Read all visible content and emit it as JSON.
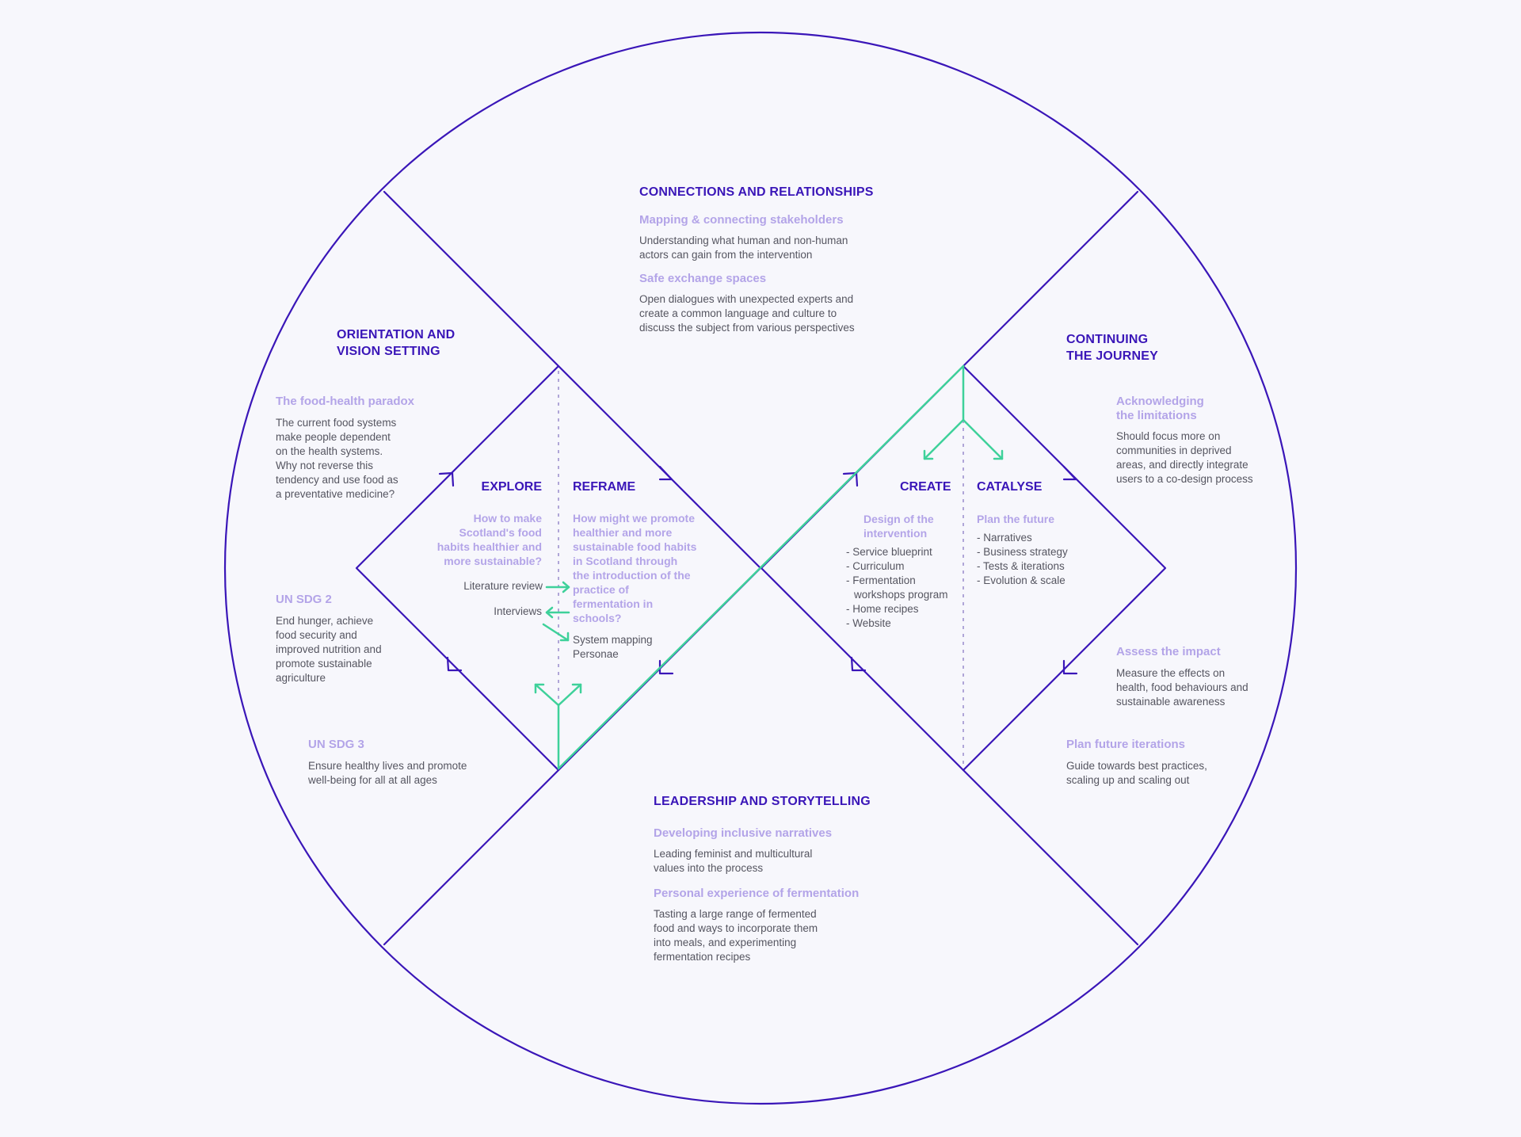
{
  "palette": {
    "outline": "#3a16b8",
    "accent": "#3ed19a",
    "muted_text": "#b3a4e8",
    "dashed": "#b0a6d8",
    "background": "#f7f7fc"
  },
  "sections": {
    "connections": {
      "title": "CONNECTIONS AND RELATIONSHIPS",
      "items": [
        {
          "subtitle": "Mapping & connecting stakeholders",
          "lines": [
            "Understanding what human and non-human",
            "actors can gain from the intervention"
          ]
        },
        {
          "subtitle": "Safe exchange spaces",
          "lines": [
            "Open dialogues with unexpected experts and",
            "create a common language and culture to",
            "discuss the subject from various perspectives"
          ]
        }
      ]
    },
    "orientation": {
      "title_lines": [
        "ORIENTATION AND",
        "VISION SETTING"
      ],
      "items": [
        {
          "subtitle": "The food-health paradox",
          "lines": [
            "The current food systems",
            "make people dependent",
            "on the health systems.",
            "Why not reverse this",
            "tendency and use food as",
            "a preventative medicine?"
          ]
        },
        {
          "subtitle": "UN SDG 2",
          "lines": [
            "End hunger, achieve",
            "food security and",
            "improved nutrition and",
            "promote sustainable",
            "agriculture"
          ]
        },
        {
          "subtitle": "UN SDG 3",
          "lines": [
            "Ensure healthy lives and promote",
            "well-being for all at all ages"
          ]
        }
      ]
    },
    "continuing": {
      "title_lines": [
        "CONTINUING",
        "THE JOURNEY"
      ],
      "items": [
        {
          "subtitle_lines": [
            "Acknowledging",
            "the limitations"
          ],
          "lines": [
            "Should focus more on",
            "communities in deprived",
            "areas, and directly integrate",
            "users to a co-design process"
          ]
        },
        {
          "subtitle": "Assess the impact",
          "lines": [
            "Measure the effects on",
            "health, food behaviours and",
            "sustainable awareness"
          ]
        },
        {
          "subtitle": "Plan future iterations",
          "lines": [
            "Guide towards best practices,",
            "scaling up and scaling out"
          ]
        }
      ]
    },
    "leadership": {
      "title": "LEADERSHIP AND STORYTELLING",
      "items": [
        {
          "subtitle": "Developing inclusive narratives",
          "lines": [
            "Leading feminist and multicultural",
            "values into the process"
          ]
        },
        {
          "subtitle": "Personal experience of fermentation",
          "lines": [
            "Tasting a large range of fermented",
            "food and ways to incorporate them",
            "into meals, and experimenting",
            "fermentation recipes"
          ]
        }
      ]
    }
  },
  "phases": {
    "explore": {
      "label": "EXPLORE",
      "question_lines": [
        "How to make",
        "Scotland's food",
        "habits healthier and",
        "more sustainable?"
      ],
      "methods": [
        "Literature review",
        "Interviews"
      ]
    },
    "reframe": {
      "label": "REFRAME",
      "question_lines": [
        "How might we promote",
        "healthier and more",
        "sustainable food habits",
        "in Scotland through",
        "the introduction of the",
        "practice of",
        "fermentation in",
        "schools?"
      ],
      "methods": [
        "System mapping",
        "Personae"
      ]
    },
    "create": {
      "label": "CREATE",
      "subtitle_lines": [
        "Design of the",
        "intervention"
      ],
      "items": [
        "Service blueprint",
        "Curriculum",
        "Fermentation",
        "workshops program",
        "Home recipes",
        "Website"
      ]
    },
    "catalyse": {
      "label": "CATALYSE",
      "subtitle": "Plan the future",
      "items": [
        "Narratives",
        "Business strategy",
        "Tests & iterations",
        "Evolution & scale"
      ]
    }
  }
}
